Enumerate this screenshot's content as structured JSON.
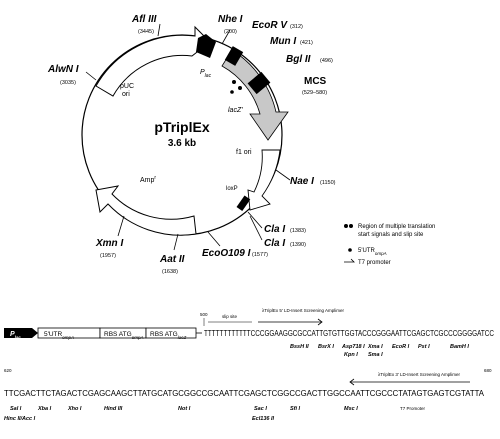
{
  "plasmid": {
    "name": "pTriplEx",
    "size": "3.6 kb"
  },
  "sites": [
    {
      "id": "afliii",
      "name": "Afl III",
      "pos": "(3445)"
    },
    {
      "id": "nhei",
      "name": "Nhe I",
      "pos": "(200)"
    },
    {
      "id": "ecorv",
      "name": "EcoR V",
      "pos": "(312)"
    },
    {
      "id": "muni",
      "name": "Mun I",
      "pos": "(421)"
    },
    {
      "id": "bglii",
      "name": "Bgl II",
      "pos": "(496)"
    },
    {
      "id": "mcs",
      "name": "MCS",
      "pos": "(529–580)"
    },
    {
      "id": "alwni",
      "name": "AlwN I",
      "pos": "(3035)"
    },
    {
      "id": "naei",
      "name": "Nae I",
      "pos": "(1150)"
    },
    {
      "id": "clai1",
      "name": "Cla I",
      "pos": "(1383)"
    },
    {
      "id": "clai2",
      "name": "Cla I",
      "pos": "(1390)"
    },
    {
      "id": "ecoo109i",
      "name": "EcoO109 I",
      "pos": "(1577)"
    },
    {
      "id": "aatii",
      "name": "Aat II",
      "pos": "(1638)"
    },
    {
      "id": "xmai",
      "name": "Xmn I",
      "pos": "(1957)"
    }
  ],
  "features": {
    "plac": "P",
    "plac_sub": "lac",
    "puc_ori": "pUC\nori",
    "lacz": "lacZ'",
    "f1_ori": "f1 ori",
    "loxp": "loxP",
    "amp": "Amp"
  },
  "legend": [
    {
      "id": "translation",
      "text": "Region of multiple translation start signals and slip site"
    },
    {
      "id": "utr",
      "text": "5'UTR",
      "sub": "ompA"
    },
    {
      "id": "t7",
      "text": "T7 promoter"
    }
  ],
  "seq1": {
    "num_left": "500",
    "plac": "P",
    "plac_sub": "lac",
    "utr": "5'UTR",
    "utr_sub": "ompA",
    "rbs1": "RBS  ATG",
    "rbs1_sub": "ompA",
    "rbs2": "RBS  ATG",
    "rbs2_sub": "lacZ",
    "slip": "slip site",
    "primer": "λTriplEx 5' LD-Insert Screening Amplimer",
    "sequence": "TTTTTTTTTTTTCCCGGAAGGCGCCATTGTGTTGGTACCCGGGAATTCGAGCTCGCCCGGGGATCC",
    "enzymes": [
      "BssH II",
      "BsrX I",
      "Asp718 I",
      "Xma I",
      "EcoR I",
      "Pst I",
      "BamH I"
    ],
    "enzymes2": [
      "Kpn I",
      "Sma I"
    ]
  },
  "seq2": {
    "num_left": "620",
    "num_right": "680",
    "sequence": "TTCGACTTCTAGACTCGAGCAAGCTTATGCATGCGGCCGCAATTCGAGCTCGGCCGACTTGGCCAATTCGCCCTATAGTGAGTCGTATTA",
    "primer": "λTriplEx 3' LD-Insert Screening Amplimer",
    "t7": "T7 Promoter",
    "enzymes": [
      "Sal I",
      "Xba I",
      "Xho I",
      "Hind III",
      "Not I",
      "Sac I",
      "Sfi I",
      "Msc I"
    ],
    "enzymes2": [
      "Hinc II/Acc I",
      "EcI136 II"
    ]
  }
}
